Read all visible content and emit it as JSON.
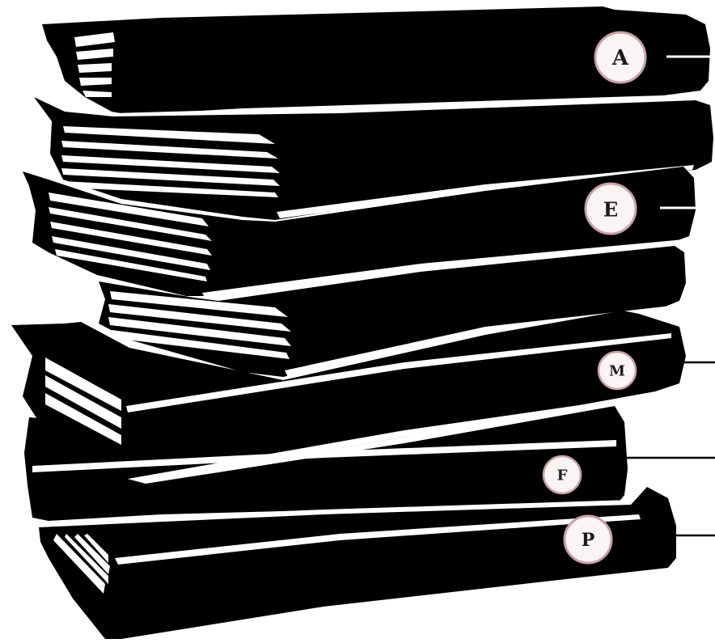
{
  "colors": {
    "book": "#000000",
    "page_line": "#ffffff",
    "badge_fill": "#fbf4f4",
    "badge_ring": "#c9a0a8",
    "badge_text": "#1a1a1a",
    "leader_line": "#000000"
  },
  "labels": [
    {
      "id": "A",
      "text": "A"
    },
    {
      "id": "E",
      "text": "E"
    },
    {
      "id": "M",
      "text": "M"
    },
    {
      "id": "F",
      "text": "F"
    },
    {
      "id": "P",
      "text": "P"
    }
  ]
}
